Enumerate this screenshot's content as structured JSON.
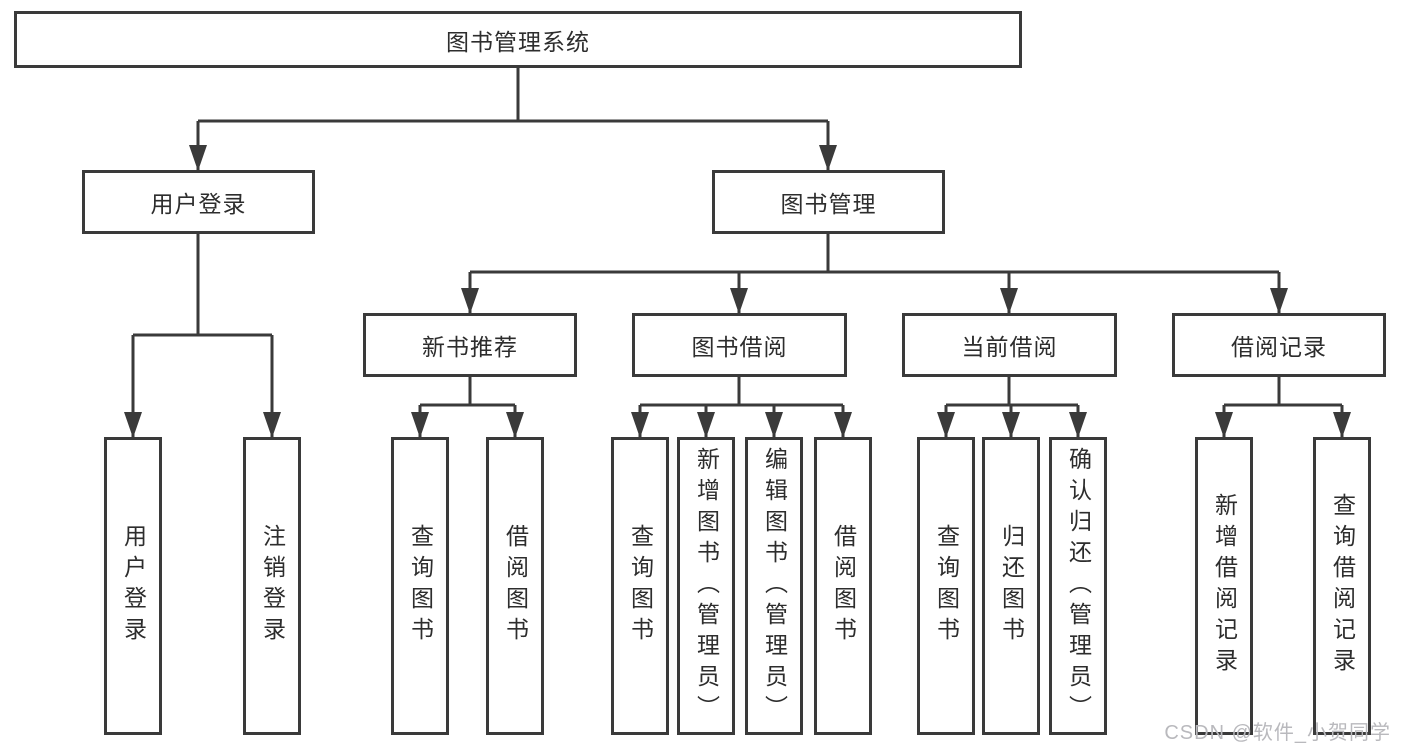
{
  "tree": {
    "label": "图书管理系统",
    "children": [
      {
        "label": "用户登录",
        "children": [
          {
            "label": "用户登录"
          },
          {
            "label": "注销登录"
          }
        ]
      },
      {
        "label": "图书管理",
        "children": [
          {
            "label": "新书推荐",
            "children": [
              {
                "label": "查询图书"
              },
              {
                "label": "借阅图书"
              }
            ]
          },
          {
            "label": "图书借阅",
            "children": [
              {
                "label": "查询图书"
              },
              {
                "label": "新增图书（管理员）"
              },
              {
                "label": "编辑图书（管理员）"
              },
              {
                "label": "借阅图书"
              }
            ]
          },
          {
            "label": "当前借阅",
            "children": [
              {
                "label": "查询图书"
              },
              {
                "label": "归还图书"
              },
              {
                "label": "确认归还（管理员）"
              }
            ]
          },
          {
            "label": "借阅记录",
            "children": [
              {
                "label": "新增借阅记录"
              },
              {
                "label": "查询借阅记录"
              }
            ]
          }
        ]
      }
    ]
  },
  "watermark": {
    "text": "CSDN @软件_小贺同学"
  },
  "colors": {
    "line": "#3a3a3a",
    "box_border": "#3a3a3a",
    "box_fill": "#ffffff",
    "text": "#2d2d2d",
    "watermark": "#b9b9bd",
    "background": "#ffffff"
  }
}
